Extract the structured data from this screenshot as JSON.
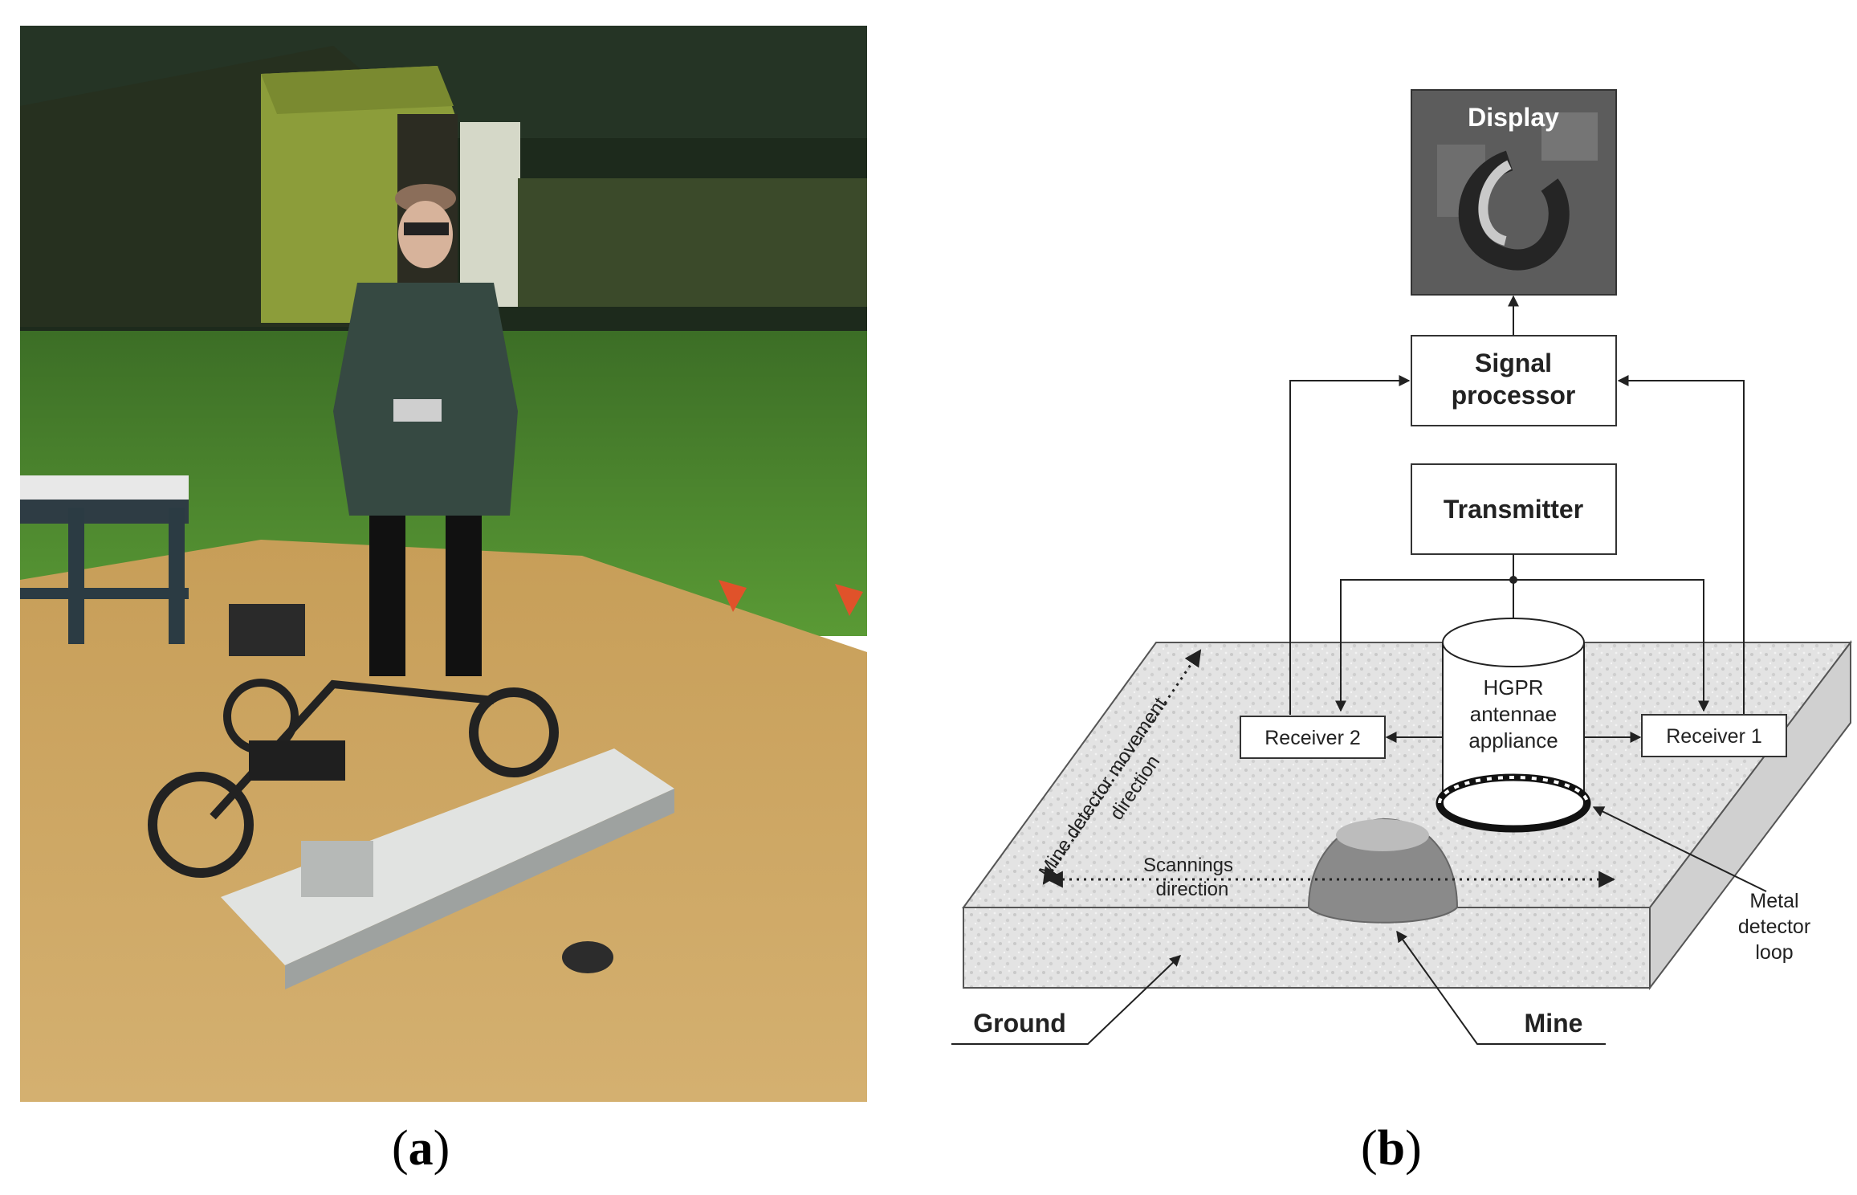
{
  "panel_a": {
    "caption_open": "(",
    "caption_letter": "a",
    "caption_close": ")"
  },
  "panel_b": {
    "caption_open": "(",
    "caption_letter": "b",
    "caption_close": ")",
    "display_label": "Display",
    "signal_processor_line1": "Signal",
    "signal_processor_line2": "processor",
    "transmitter_label": "Transmitter",
    "antenna_line1": "HGPR",
    "antenna_line2": "antennae",
    "antenna_line3": "appliance",
    "receiver2_label": "Receiver 2",
    "receiver1_label": "Receiver 1",
    "movement_line1": "Mine detector movement",
    "movement_line2": "direction",
    "scanning_line1": "Scannings",
    "scanning_line2": "direction",
    "metal_line1": "Metal",
    "metal_line2": "detector",
    "metal_line3": "loop",
    "ground_label": "Ground",
    "mine_label": "Mine"
  },
  "colors": {
    "ground_top": "#e4e4e4",
    "ground_front": "#d8d8d8",
    "ground_side": "#cfcfcf",
    "display_bg": "#5e5e5e",
    "grass": "#4f8a2c",
    "sand": "#c9a45f"
  }
}
